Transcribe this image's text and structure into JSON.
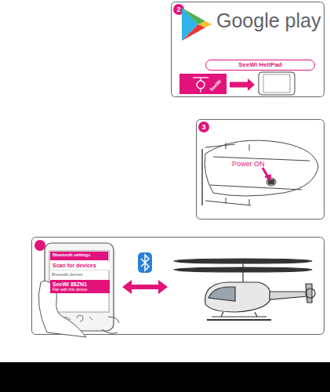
{
  "diagram": {
    "nodes": [
      {
        "text": [
          "SeeWi HeliPad"
        ]
      },
      {
        "text": [
          "SeeWi"
        ]
      },
      {
        "text": [
          "Scan for devices"
        ]
      },
      {
        "text": [
          "SeeWi 88ZN1",
          "Pair with this device"
        ]
      }
    ],
    "labels": [
      "2",
      "Google play",
      "3",
      "Power ON",
      "Bluetooth settings",
      "Bluetooth devices"
    ]
  }
}
